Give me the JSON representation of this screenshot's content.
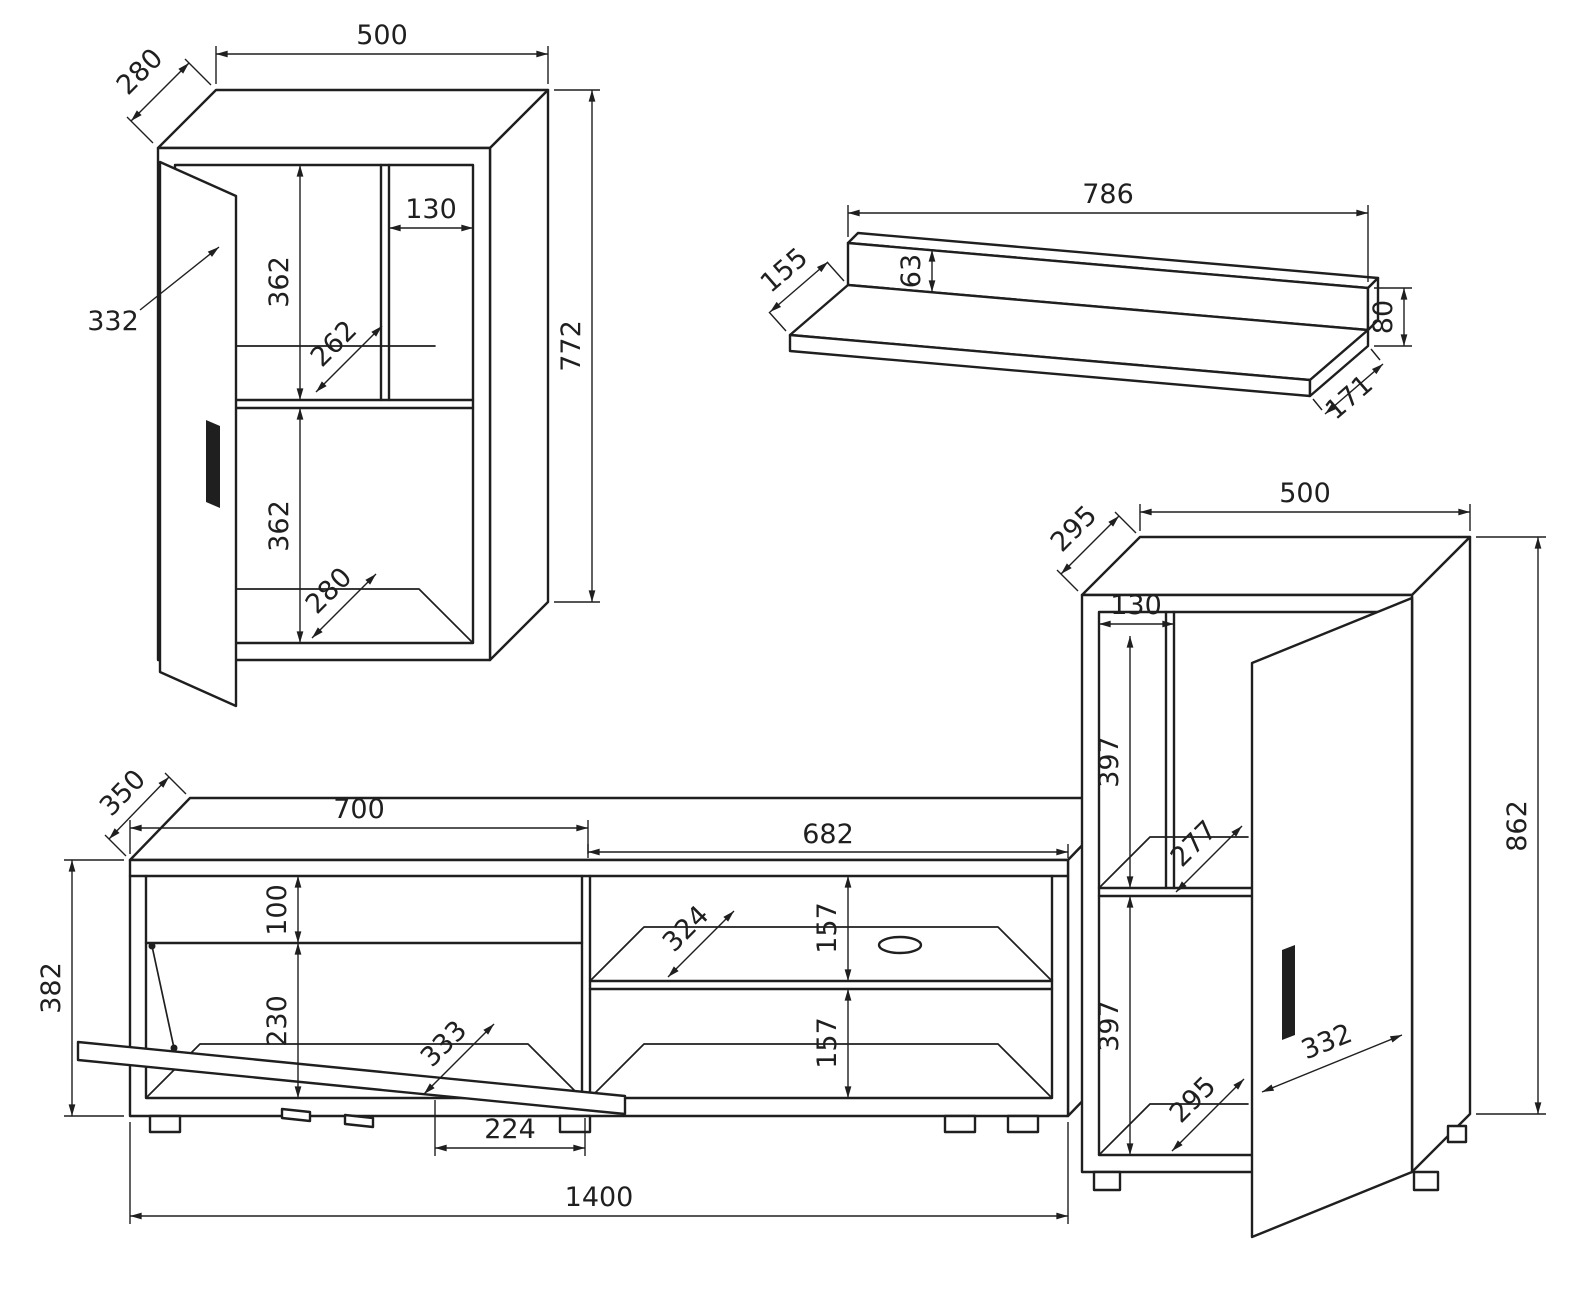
{
  "drawing": {
    "colors": {
      "line": "#1f1f1f",
      "paper": "#ffffff"
    },
    "wall_cabinet": {
      "depth": "280",
      "width": "500",
      "inner_width": "130",
      "upper_height": "362",
      "shelf_depth": "262",
      "lower_height": "362",
      "bottom_depth": "280",
      "door_width": "332",
      "height": "772"
    },
    "wall_shelf": {
      "length": "786",
      "depth": "155",
      "rail_height": "63",
      "end_height": "80",
      "end_depth": "171"
    },
    "tall_cabinet": {
      "depth": "295",
      "width": "500",
      "inner_width": "130",
      "upper_height": "397",
      "shelf_depth": "277",
      "lower_height": "397",
      "bottom_depth": "295",
      "door_width": "332",
      "height": "862"
    },
    "tv_stand": {
      "depth": "350",
      "left_width": "700",
      "right_width": "682",
      "height": "382",
      "top_gap": "100",
      "flap_opening": "230",
      "left_shelf_depth": "333",
      "right_shelf_depth": "324",
      "upper_opening": "157",
      "lower_opening": "157",
      "flap_width": "224",
      "total_width": "1400"
    }
  }
}
